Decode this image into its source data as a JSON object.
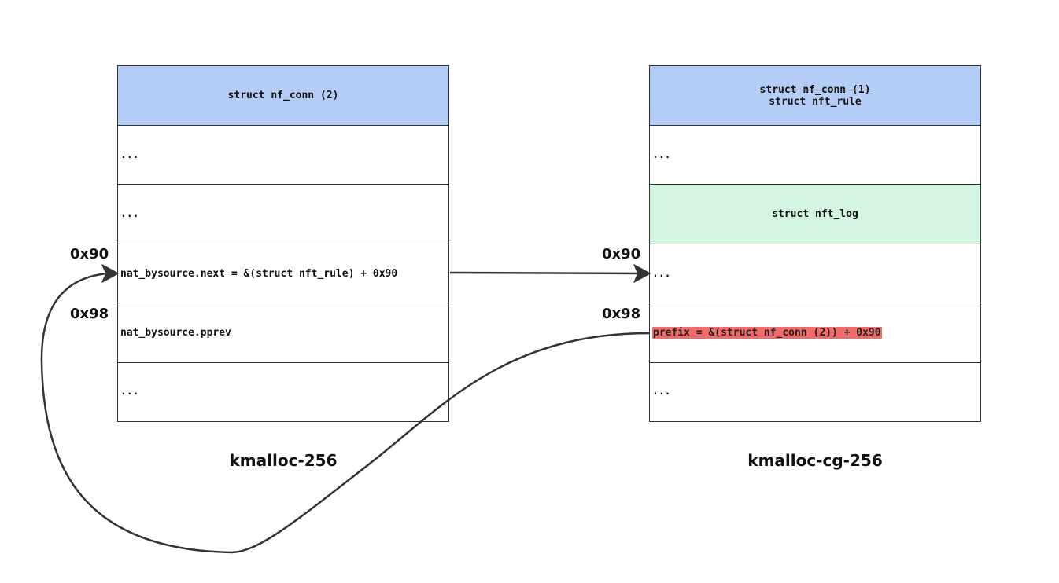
{
  "left_block": {
    "caption": "kmalloc-256",
    "header": "struct nf_conn (2)",
    "cells": [
      "...",
      "...",
      "nat_bysource.next = &(struct nft_rule) + 0x90",
      "nat_bysource.pprev",
      "..."
    ],
    "offsets": [
      "0x90",
      "0x98"
    ]
  },
  "right_block": {
    "caption": "kmalloc-cg-256",
    "header_struck": "struct nf_conn (1)",
    "header": "struct nft_rule",
    "cells": [
      "...",
      "struct nft_log",
      "...",
      "prefix = &(struct nf_conn (2)) + 0x90",
      "..."
    ],
    "offsets": [
      "0x90",
      "0x98"
    ]
  },
  "colors": {
    "header_fill": "#b3cdf7",
    "nft_log_fill": "#d4f5e1",
    "prefix_highlight": "#f26b6b",
    "stroke": "#333333"
  }
}
